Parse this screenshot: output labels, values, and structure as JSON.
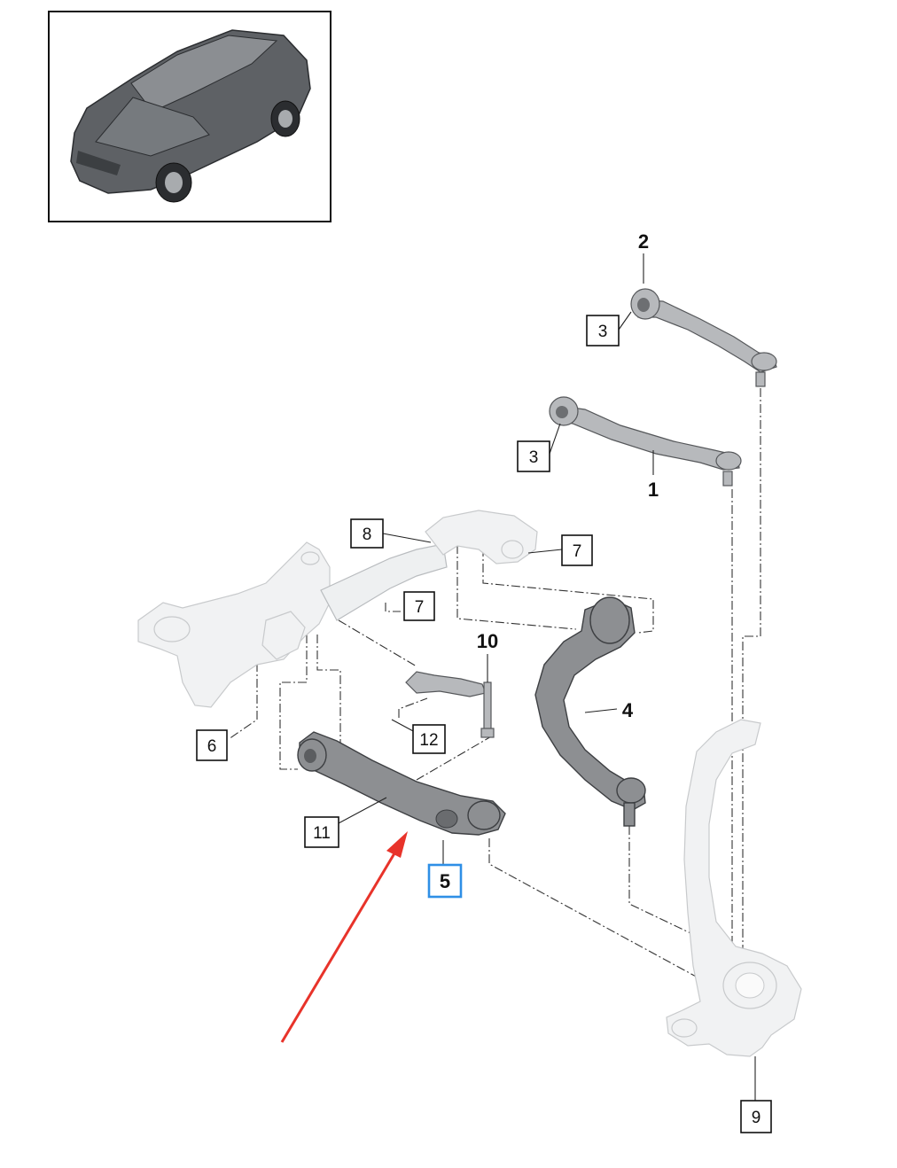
{
  "diagram": {
    "callouts": [
      {
        "id": "c1",
        "text": "1",
        "boxed": false,
        "selected": false
      },
      {
        "id": "c2",
        "text": "2",
        "boxed": false,
        "selected": false
      },
      {
        "id": "c3a",
        "text": "3",
        "boxed": true,
        "selected": false
      },
      {
        "id": "c3b",
        "text": "3",
        "boxed": true,
        "selected": false
      },
      {
        "id": "c4",
        "text": "4",
        "boxed": false,
        "selected": false
      },
      {
        "id": "c5",
        "text": "5",
        "boxed": true,
        "selected": true
      },
      {
        "id": "c6",
        "text": "6",
        "boxed": true,
        "selected": false
      },
      {
        "id": "c7a",
        "text": "7",
        "boxed": true,
        "selected": false
      },
      {
        "id": "c7b",
        "text": "7",
        "boxed": true,
        "selected": false
      },
      {
        "id": "c8",
        "text": "8",
        "boxed": true,
        "selected": false
      },
      {
        "id": "c9",
        "text": "9",
        "boxed": true,
        "selected": false
      },
      {
        "id": "c10",
        "text": "10",
        "boxed": false,
        "selected": false
      },
      {
        "id": "c11",
        "text": "11",
        "boxed": true,
        "selected": false
      },
      {
        "id": "c12",
        "text": "12",
        "boxed": true,
        "selected": false
      }
    ],
    "colors": {
      "selected_border": "#2e8fe6",
      "arrow": "#e8332a",
      "part_dark": "#8d8f92",
      "part_light": "#eef0f1"
    },
    "icons": [
      "vehicle-thumbnail-icon",
      "red-arrow-icon"
    ]
  }
}
